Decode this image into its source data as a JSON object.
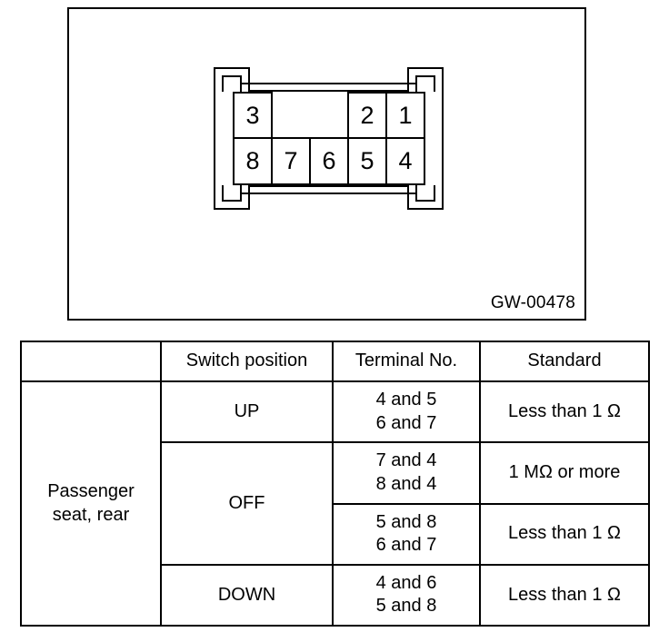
{
  "figure": {
    "reference_code": "GW-00478",
    "connector": {
      "label": "8-pin connector terminal layout",
      "top_row": [
        "3",
        "",
        "",
        "2",
        "1"
      ],
      "bottom_row": [
        "8",
        "7",
        "6",
        "5",
        "4"
      ]
    }
  },
  "table": {
    "headers": {
      "item": "",
      "switch_position": "Switch position",
      "terminal_no": "Terminal No.",
      "standard": "Standard"
    },
    "item_label": "Passenger\nseat, rear",
    "rows": [
      {
        "position": "UP",
        "terminals": "4 and 5\n6 and 7",
        "standard": "Less than 1 Ω"
      },
      {
        "position": "OFF",
        "terminals": "7 and 4\n8 and 4",
        "standard": "1 MΩ or more"
      },
      {
        "position": "",
        "terminals": "5 and 8\n6 and 7",
        "standard": "Less than 1 Ω"
      },
      {
        "position": "DOWN",
        "terminals": "4 and 6\n5 and 8",
        "standard": "Less than 1 Ω"
      }
    ]
  }
}
